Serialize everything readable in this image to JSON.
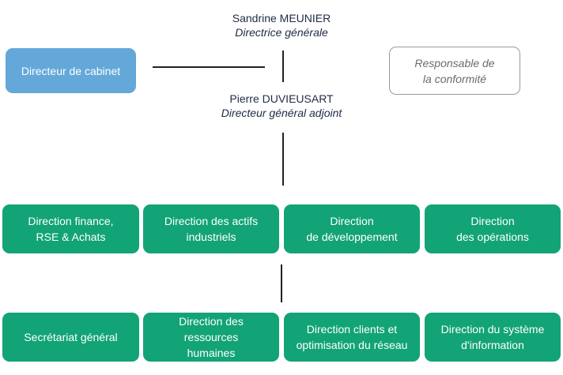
{
  "ceo": {
    "name": "Sandrine MEUNIER",
    "title": "Directrice générale"
  },
  "deputy": {
    "name": "Pierre DUVIEUSART",
    "title": "Directeur général adjoint"
  },
  "side_units": {
    "cabinet": "Directeur de cabinet",
    "compliance": "Responsable de\nla conformité"
  },
  "directions_row1": [
    "Direction finance,\nRSE & Achats",
    "Direction des actifs\nindustriels",
    "Direction\nde développement",
    "Direction\ndes opérations"
  ],
  "directions_row2": [
    "Secrétariat général",
    "Direction des ressources\nhumaines",
    "Direction clients et\noptimisation du réseau",
    "Direction du système\nd'information"
  ],
  "colors": {
    "green": "#12a376",
    "blue": "#63a8d9",
    "outline": "#9a9a9a",
    "line": "#222222"
  }
}
